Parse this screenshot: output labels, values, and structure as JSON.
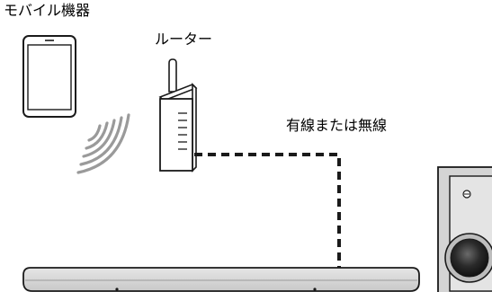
{
  "labels": {
    "mobile_device": "モバイル機器",
    "router": "ルーター",
    "connection": "有線または無線"
  },
  "colors": {
    "stroke": "#1a1a1a",
    "device_fill": "#ffffff",
    "wireless_waves": "#9a9a9a",
    "soundbar_fill": "#dcdcdc",
    "subwoofer_fill": "#d4d4d4",
    "speaker_cone": "#2a2a2a"
  },
  "icons": [
    "smartphone-icon",
    "wireless-waves-icon",
    "router-icon",
    "soundbar-icon",
    "subwoofer-icon"
  ]
}
